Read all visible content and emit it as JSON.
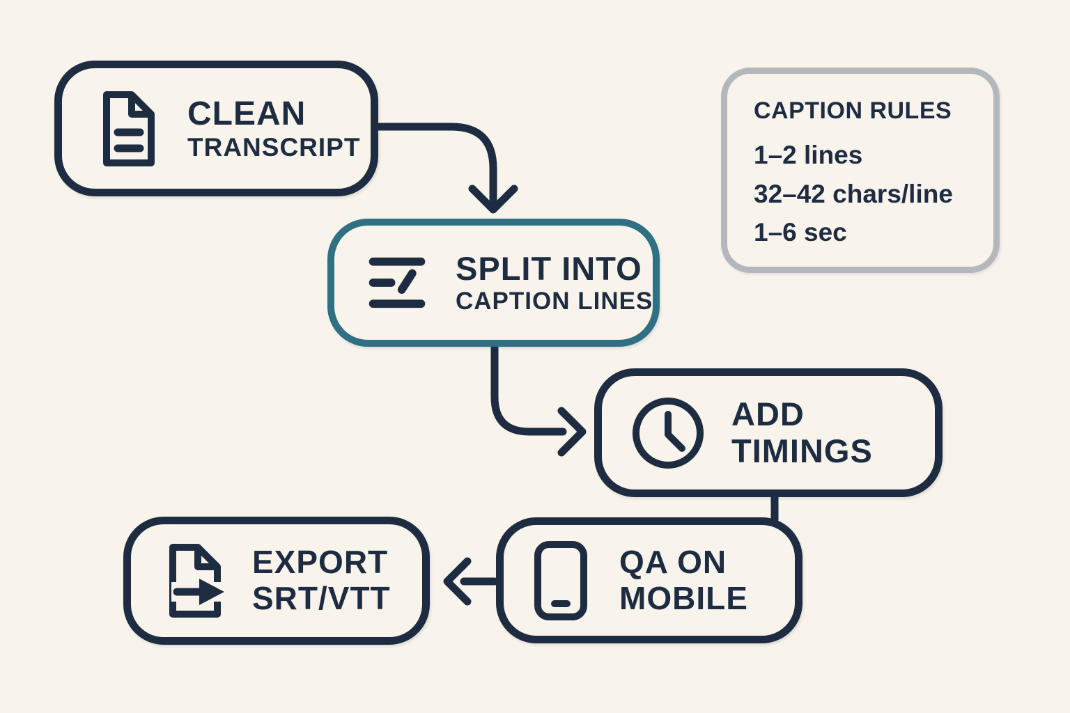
{
  "palette": {
    "background": "#f8f4ec",
    "ink": "#1e2c42",
    "teal_accent": "#2f7083",
    "panel_gray_border": "#b4b7bb"
  },
  "flow": {
    "nodes": {
      "clean": {
        "title": "CLEAN",
        "subtitle": "TRANSCRIPT",
        "icon": "document-icon"
      },
      "split": {
        "title": "SPLIT INTO",
        "subtitle": "CAPTION LINES",
        "icon": "split-lines-icon"
      },
      "timings": {
        "title": "ADD",
        "subtitle": "TIMINGS",
        "icon": "clock-icon"
      },
      "qa": {
        "title": "QA ON",
        "subtitle": "MOBILE",
        "icon": "smartphone-icon"
      },
      "export": {
        "title": "EXPORT",
        "subtitle": "SRT/VTT",
        "icon": "file-export-icon"
      }
    },
    "edges": [
      "clean-to-split",
      "split-to-timings",
      "timings-to-qa",
      "qa-to-export"
    ]
  },
  "rules_panel": {
    "title": "CAPTION RULES",
    "rules": [
      "1–2 lines",
      "32–42 chars/line",
      "1–6 sec"
    ]
  }
}
